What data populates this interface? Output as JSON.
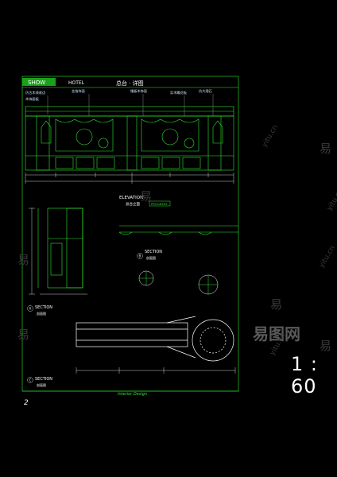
{
  "title_block": {
    "label": "SHOW",
    "hotel": "HOTEL",
    "heading": "总台 · 详图"
  },
  "sections": [
    {
      "title": "ELEVATION",
      "sub": "总台立面"
    },
    {
      "title": "SECTION",
      "sub": "剖面图"
    },
    {
      "title": "SECTION",
      "sub": "剖面图"
    },
    {
      "title": "SECTION",
      "sub": "剖面图"
    }
  ],
  "section_tags": [
    "A",
    "B",
    "C"
  ],
  "plan_label": "PROGRESS",
  "footer": {
    "caption": "Interior Design",
    "page": "2"
  },
  "scale": "1 : 60",
  "watermark": {
    "brand": "易图网",
    "glyph": "易",
    "domain": "yitu.cn"
  },
  "notes_top": [
    "仿古木线收边",
    "金箔饰面",
    "镶板木饰面",
    "实木雕花板",
    "仿大理石",
    "木饰面板"
  ],
  "colors": {
    "line_green": "#2ee82e",
    "dim_white": "#ffffff",
    "label_cyan": "#cfe7ff",
    "title_green": "#1aa01a"
  }
}
